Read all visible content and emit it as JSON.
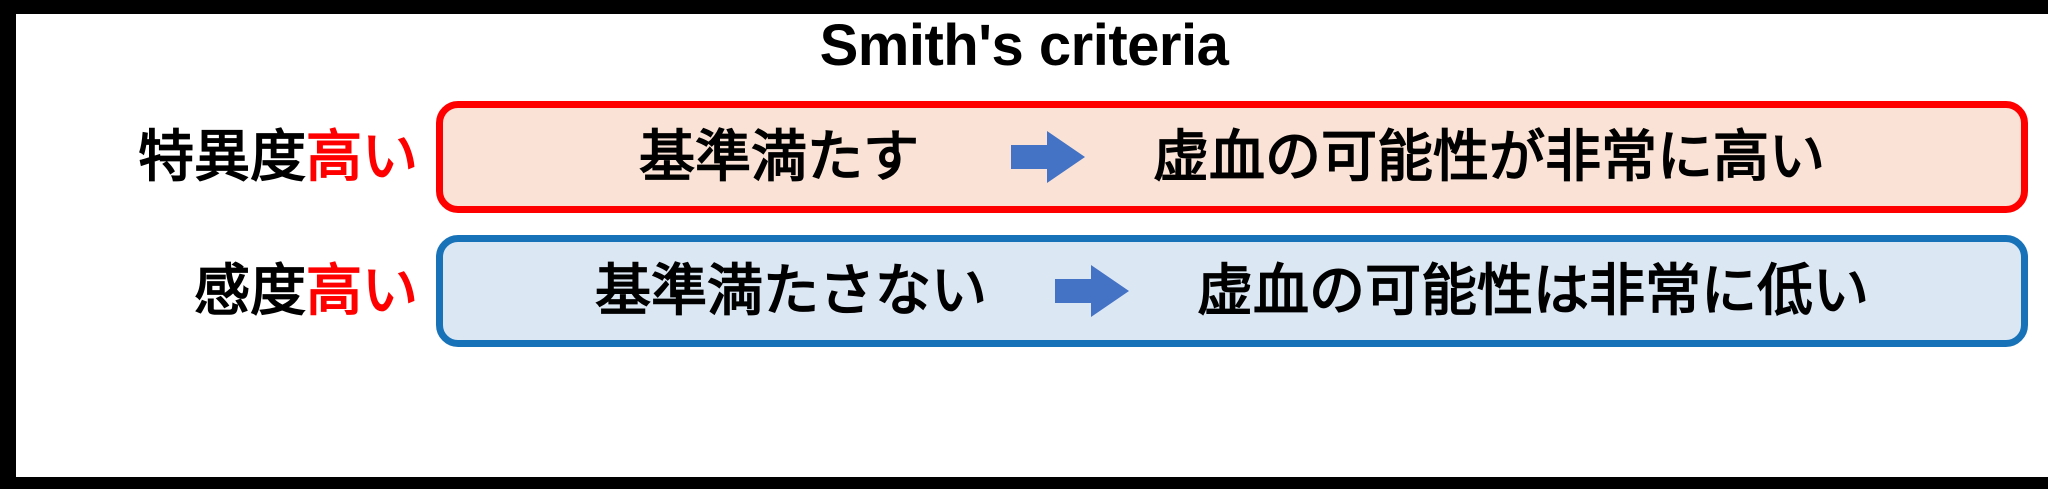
{
  "title": "Smith's criteria",
  "colors": {
    "red_border": "#FF0000",
    "red_fill": "#FAE3D6",
    "blue_border": "#1872B8",
    "blue_fill": "#DCE7F4",
    "arrow_blue": "#4472C4",
    "highlight_text": "#FF0000",
    "body_text": "#000000",
    "background": "#FFFFFF",
    "frame": "#000000"
  },
  "rows": [
    {
      "label_plain": "特異度",
      "label_highlight": "高い",
      "condition": "基準満たす",
      "arrow": "right-arrow-icon",
      "conclusion": "虚血の可能性が非常に高い",
      "accent": "red"
    },
    {
      "label_plain": "感度",
      "label_highlight": "高い",
      "condition": "基準満たさない",
      "arrow": "right-arrow-icon",
      "conclusion": "虚血の可能性は非常に低い",
      "accent": "blue"
    }
  ]
}
